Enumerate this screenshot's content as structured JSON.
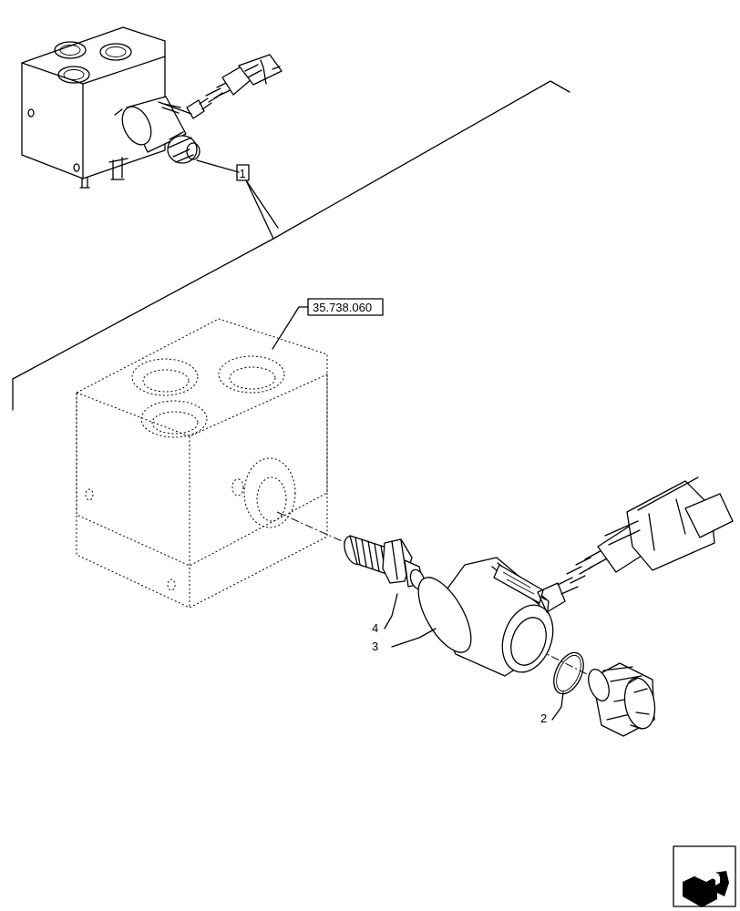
{
  "callouts": {
    "assembly_ref": "1",
    "block_ref": "35.738.060",
    "items": [
      "2",
      "3",
      "4"
    ]
  },
  "icons": {
    "nav": "next-page-arrow-icon"
  }
}
